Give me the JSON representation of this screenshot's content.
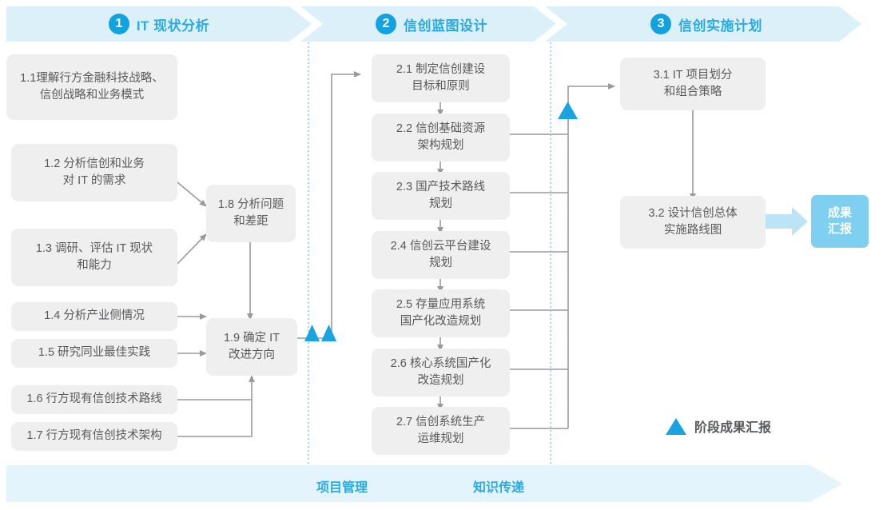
{
  "phases": [
    {
      "num": "1",
      "label": "IT 现状分析"
    },
    {
      "num": "2",
      "label": "信创蓝图设计"
    },
    {
      "num": "3",
      "label": "信创实施计划"
    }
  ],
  "boxes": {
    "b11": "1.1理解行方金融科技战略、\n信创战略和业务模式",
    "b12": "1.2 分析信创和业务\n对 IT 的需求",
    "b13": "1.3 调研、评估 IT 现状\n和能力",
    "b14": "1.4 分析产业侧情况",
    "b15": "1.5 研究同业最佳实践",
    "b16": "1.6 行方现有信创技术路线",
    "b17": "1.7 行方现有信创技术架构",
    "b18": "1.8 分析问题\n和差距",
    "b19": "1.9 确定 IT\n改进方向",
    "b21": "2.1 制定信创建设\n目标和原则",
    "b22": "2.2 信创基础资源\n架构规划",
    "b23": "2.3 国产技术路线\n规划",
    "b24": "2.4 信创云平台建设\n规划",
    "b25": "2.5 存量应用系统\n国产化改造规划",
    "b26": "2.6 核心系统国产化\n改造规划",
    "b27": "2.7 信创系统生产\n运维规划",
    "b31": "3.1 IT 项目划分\n和组合策略",
    "b32": "3.2 设计信创总体\n实施路线图"
  },
  "result": "成果\n汇报",
  "legend": {
    "label": "阶段成果汇报"
  },
  "band": {
    "items": [
      "项目管理",
      "知识传递"
    ]
  },
  "colors": {
    "accent": "#29abe2",
    "phase_bg": "#dcf0fa",
    "box_bg": "#efefef",
    "box_text": "#58595b",
    "result_bg": "#7fd0f0",
    "band_bg": "#e3f4fc",
    "wire": "#9a9a9a",
    "milestone": "#19a3e0",
    "divider": "#7fd0f0"
  }
}
